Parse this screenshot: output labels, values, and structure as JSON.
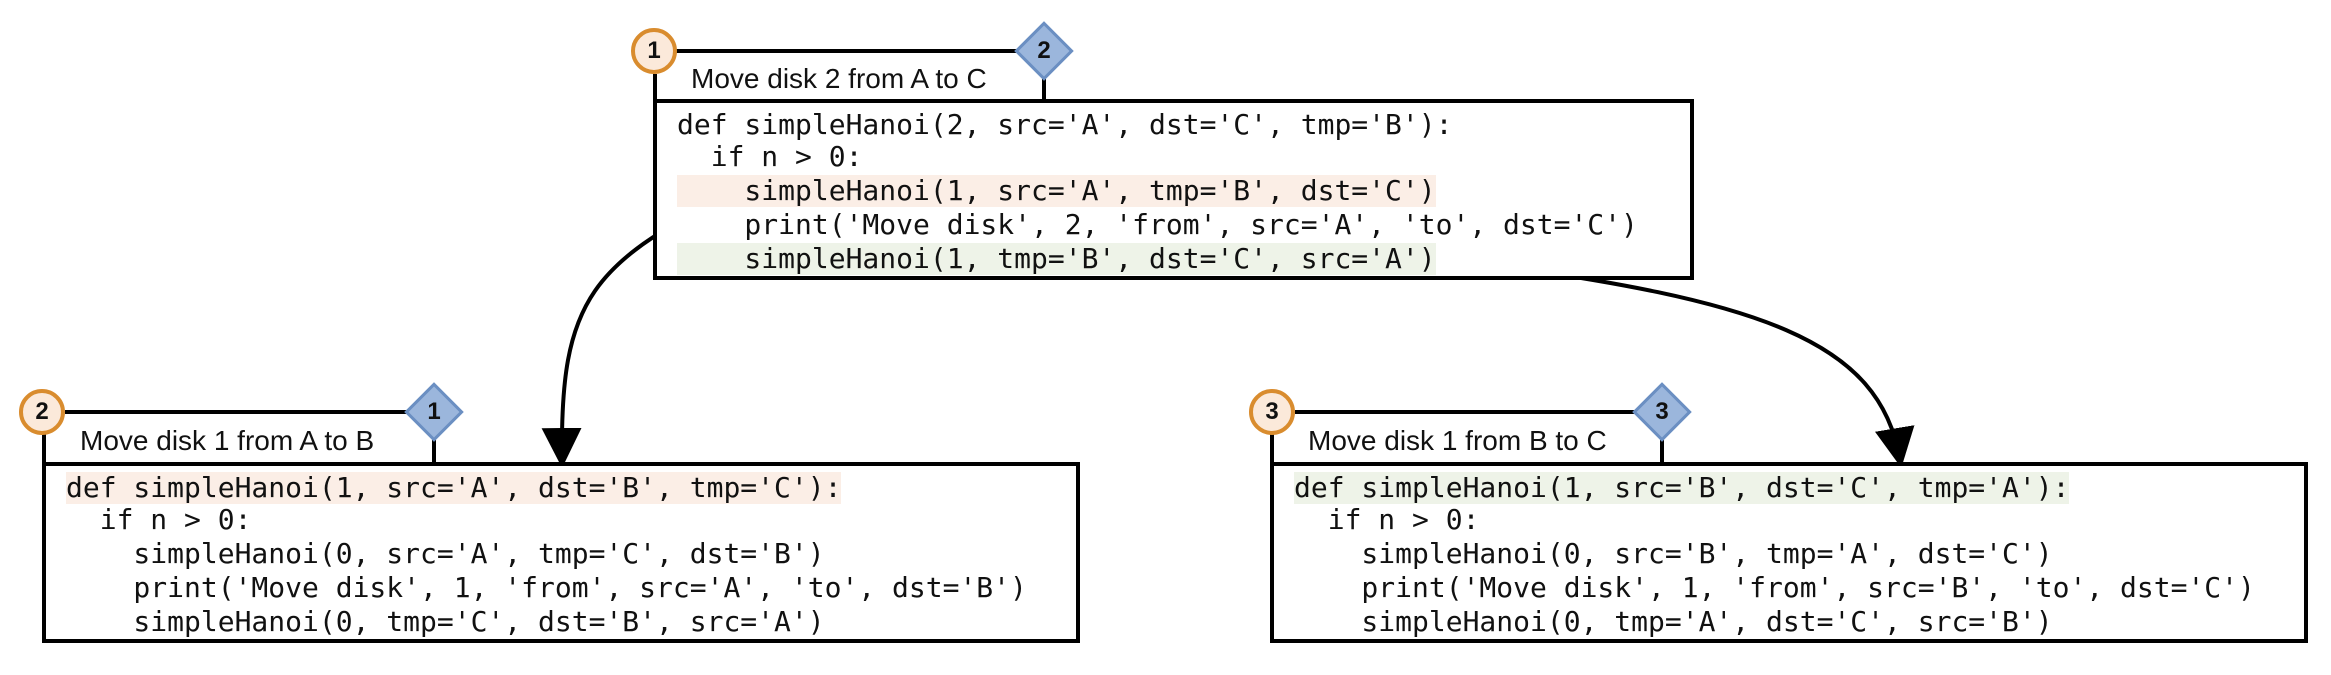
{
  "panels": [
    {
      "call_order": "1",
      "move_order": "2",
      "title": "Move disk 2 from A to C",
      "code": [
        "def simpleHanoi(2, src='A', dst='C', tmp='B'):",
        "  if n > 0:",
        "    simpleHanoi(1, src='A', tmp='B', dst='C')",
        "    print('Move disk', 2, 'from', src='A', 'to', dst='C')",
        "    simpleHanoi(1, tmp='B', dst='C', src='A')"
      ]
    },
    {
      "call_order": "2",
      "move_order": "1",
      "title": "Move disk 1 from A to B",
      "code": [
        "def simpleHanoi(1, src='A', dst='B', tmp='C'):",
        "  if n > 0:",
        "    simpleHanoi(0, src='A', tmp='C', dst='B')",
        "    print('Move disk', 1, 'from', src='A', 'to', dst='B')",
        "    simpleHanoi(0, tmp='C', dst='B', src='A')"
      ]
    },
    {
      "call_order": "3",
      "move_order": "3",
      "title": "Move disk 1 from B to C",
      "code": [
        "def simpleHanoi(1, src='B', dst='C', tmp='A'):",
        "  if n > 0:",
        "    simpleHanoi(0, src='B', tmp='A', dst='C')",
        "    print('Move disk', 1, 'from', src='B', 'to', dst='C')",
        "    simpleHanoi(0, tmp='A', dst='C', src='B')"
      ]
    }
  ],
  "colors": {
    "call_badge_border": "#d98c2e",
    "call_badge_fill": "#fbe9da",
    "move_diamond_fill": "#9bb6dc",
    "move_diamond_border": "#6b8fc2",
    "first_call_highlight": "#fbeee6",
    "second_call_highlight": "#eef3e8"
  }
}
